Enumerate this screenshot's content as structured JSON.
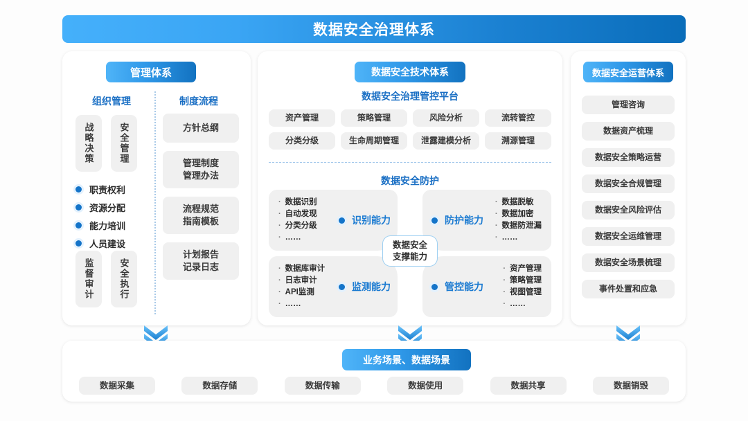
{
  "header": {
    "title": "数据安全治理体系"
  },
  "colors": {
    "brand_blue_light": "#45b0fb",
    "brand_blue_dark": "#0a6dba",
    "accent_text": "#1a6fc4",
    "chip_bg": "#f0f0f0",
    "page_bg": "#fdfdfd"
  },
  "left_panel": {
    "badge": "管理体系",
    "col_org_title": "组织管理",
    "col_proc_title": "制度流程",
    "vboxes_top": [
      "战略决策",
      "安全管理"
    ],
    "vboxes_bottom": [
      "监督审计",
      "安全执行"
    ],
    "bullets": [
      "职责权利",
      "资源分配",
      "能力培训",
      "人员建设"
    ],
    "process_chips": [
      "方针总纲",
      "管理制度\n管理办法",
      "流程规范\n指南模板",
      "计划报告\n记录日志"
    ]
  },
  "middle_panel": {
    "badge": "数据安全技术体系",
    "platform_title": "数据安全治理管控平台",
    "platform_chips": [
      "资产管理",
      "策略管理",
      "风险分析",
      "流转管控",
      "分类分级",
      "生命周期管理",
      "泄露建模分析",
      "溯源管理"
    ],
    "protection_title": "数据安全防护",
    "center_badge": "数据安全\n支撑能力",
    "quadrants": [
      {
        "capability": "识别能力",
        "items": [
          "数据识别",
          "自动发现",
          "分类分级",
          "……"
        ],
        "side": "left"
      },
      {
        "capability": "防护能力",
        "items": [
          "数据脱敏",
          "数据加密",
          "数据防泄漏",
          "……"
        ],
        "side": "right"
      },
      {
        "capability": "监测能力",
        "items": [
          "数据库审计",
          "日志审计",
          "API监测",
          "……"
        ],
        "side": "left"
      },
      {
        "capability": "管控能力",
        "items": [
          "资产管理",
          "策略管理",
          "视图管理",
          "……"
        ],
        "side": "right"
      }
    ]
  },
  "right_panel": {
    "badge": "数据安全运营体系",
    "items": [
      "管理咨询",
      "数据资产梳理",
      "数据安全策略运营",
      "数据安全合规管理",
      "数据安全风险评估",
      "数据安全运维管理",
      "数据安全场景梳理",
      "事件处置和应急"
    ]
  },
  "bottom_panel": {
    "badge": "业务场景、数据场景",
    "scenarios": [
      "数据采集",
      "数据存储",
      "数据传输",
      "数据使用",
      "数据共享",
      "数据销毁"
    ]
  },
  "connectors": {
    "icon": "double-chevron-down-icon",
    "count": 3
  }
}
